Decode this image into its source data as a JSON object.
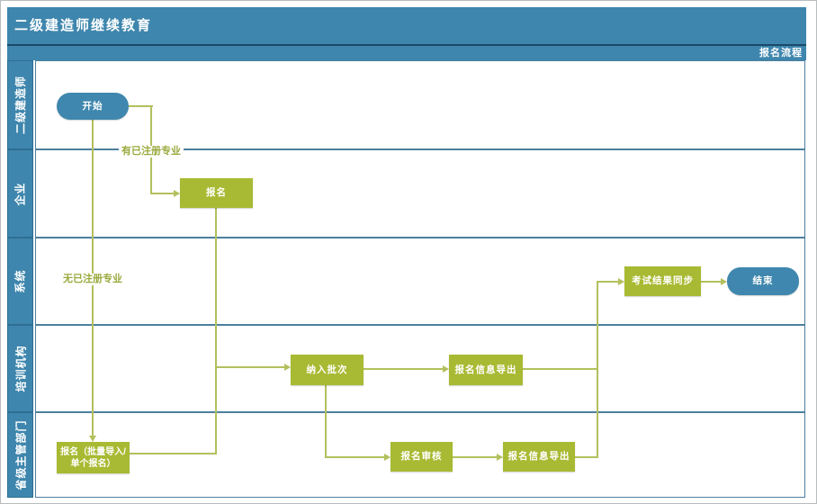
{
  "window": {
    "title": "二级建造师继续教育",
    "subtitle": "报名流程"
  },
  "colors": {
    "header_blue": "#3e86ad",
    "node_blue": "#3f87ae",
    "node_green": "#a8ba33",
    "line_green": "#b3c05d",
    "edge_label_green": "#9aa93c",
    "lane_border": "#4c7f9e",
    "divider_navy": "#1b4a68",
    "page_border_gray": "#b8bcbe"
  },
  "lanes": [
    {
      "label": "二级建造师"
    },
    {
      "label": "企业"
    },
    {
      "label": "系统"
    },
    {
      "label": "培训机构"
    },
    {
      "label": "省级主管部门"
    }
  ],
  "nodes": {
    "start": {
      "label": "开始",
      "type": "terminator"
    },
    "register_company": {
      "label": "报名",
      "type": "process"
    },
    "exam_result_sync": {
      "label": "考试结果同步",
      "type": "process"
    },
    "end": {
      "label": "结束",
      "type": "terminator"
    },
    "include_batch": {
      "label": "纳入批次",
      "type": "process"
    },
    "export_info_training": {
      "label": "报名信息导出",
      "type": "process"
    },
    "register_batch": {
      "line1": "报名（批量导入/",
      "line2": "单个报名）",
      "type": "process"
    },
    "register_review": {
      "label": "报名审核",
      "type": "process"
    },
    "export_info_provincial": {
      "label": "报名信息导出",
      "type": "process"
    }
  },
  "edge_labels": {
    "has_registered": "有已注册专业",
    "no_registered": "无已注册专业"
  }
}
